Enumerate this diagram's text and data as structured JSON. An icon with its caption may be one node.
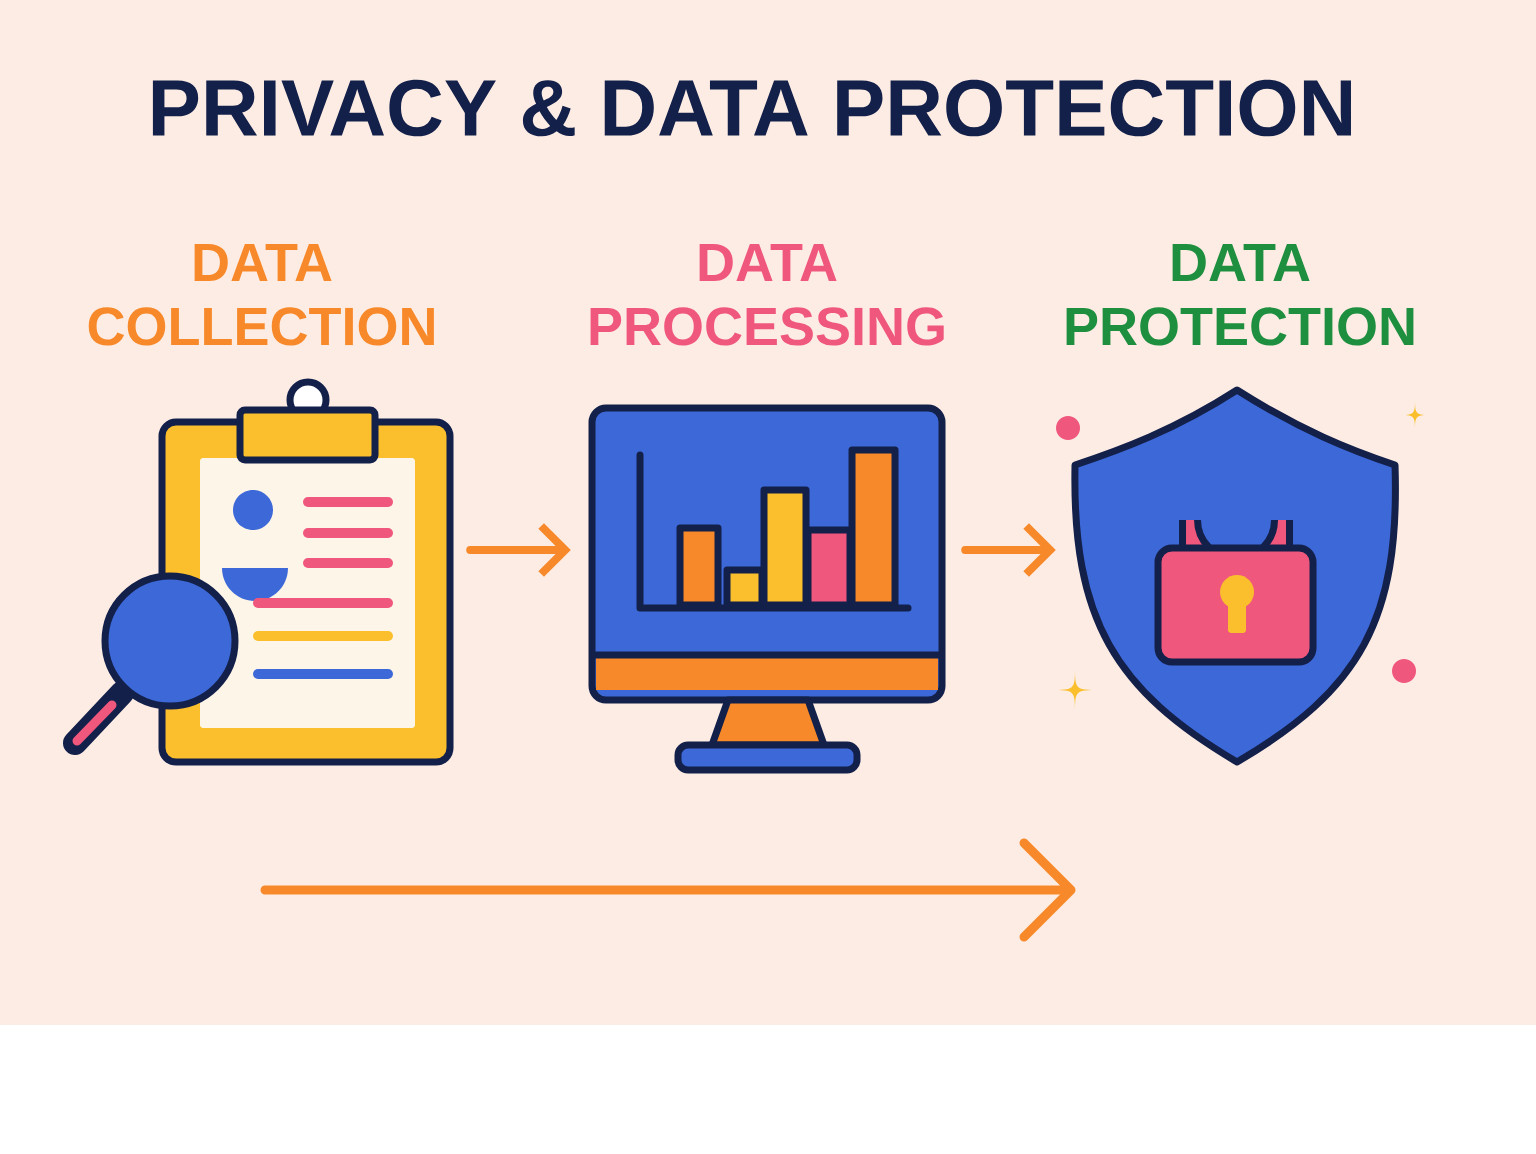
{
  "diagram": {
    "title": "PRIVACY & DATA PROTECTION",
    "nodes": [
      {
        "text": [
          "DATA COLLECTION"
        ]
      },
      {
        "text": [
          "DATA PROCESSING"
        ]
      },
      {
        "text": [
          "DATA PROTECTION"
        ]
      }
    ],
    "edges": [
      {
        "from": 0,
        "to": 1,
        "arrow": "to"
      },
      {
        "from": 1,
        "to": 2,
        "arrow": "to"
      }
    ]
  }
}
